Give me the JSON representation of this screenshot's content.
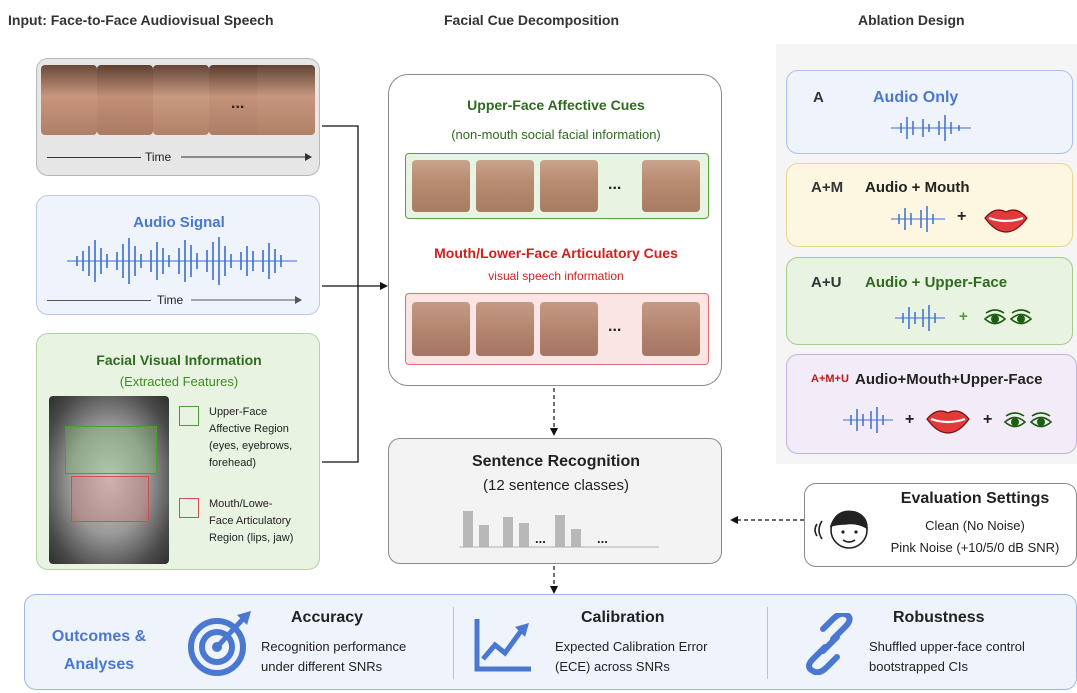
{
  "headers": {
    "input": "Input: Face-to-Face Audiovisual Speech",
    "decomposition": "Facial Cue Decomposition",
    "ablation": "Ablation Design"
  },
  "video_panel": {
    "ellipsis": "...",
    "time_label": "Time"
  },
  "audio_panel": {
    "title": "Audio Signal",
    "time_label": "Time"
  },
  "visual_panel": {
    "title": "Facial Visual Information",
    "subtitle": "(Extracted Features)",
    "legend_upper": [
      "Upper-Face",
      "Affective Region",
      "(eyes, eyebrows,",
      "forehead)"
    ],
    "legend_mouth": [
      "Mouth/Lowe-",
      "Face Articulatory",
      "Region (lips, jaw)"
    ]
  },
  "decomposition": {
    "upper_title": "Upper-Face Affective Cues",
    "upper_subtitle": "(non-mouth social facial information)",
    "mouth_title": "Mouth/Lower-Face Articulatory Cues",
    "mouth_subtitle": "visual speech information",
    "ellipsis": "..."
  },
  "recognition": {
    "title": "Sentence Recognition",
    "subtitle": "(12 sentence classes)",
    "ellipsis": "..."
  },
  "ablation": [
    {
      "code": "A",
      "label": "Audio Only",
      "color": "#4a78d0"
    },
    {
      "code": "A+M",
      "label": "Audio + Mouth",
      "color": "#222222"
    },
    {
      "code": "A+U",
      "label": "Audio + Upper-Face",
      "color": "#2f6b1f"
    },
    {
      "code": "A+M+U",
      "label": "Audio+Mouth+Upper-Face",
      "color": "#222222"
    }
  ],
  "plus": "+",
  "evaluation": {
    "title": "Evaluation Settings",
    "line1": "Clean (No Noise)",
    "line2": "Pink Noise (+10/5/0 dB SNR)"
  },
  "outcomes": {
    "label_line1": "Outcomes &",
    "label_line2": "Analyses",
    "items": [
      {
        "title": "Accuracy",
        "line1": "Recognition performance",
        "line2": "under different SNRs",
        "icon": "target-icon"
      },
      {
        "title": "Calibration",
        "line1": "Expected Calibration Error",
        "line2": "(ECE) across SNRs",
        "icon": "trend-chart-icon"
      },
      {
        "title": "Robustness",
        "line1": "Shuffled upper-face control",
        "line2": "bootstrapped CIs",
        "icon": "link-icon"
      }
    ]
  },
  "colors": {
    "blue": "#4a78d0",
    "green": "#2f6b1f",
    "red": "#d01f1f",
    "panel_blue": "#eef3fc",
    "panel_green": "#e9f3e2",
    "panel_yellow": "#fdf6e0",
    "panel_purple": "#f1ecf8"
  }
}
